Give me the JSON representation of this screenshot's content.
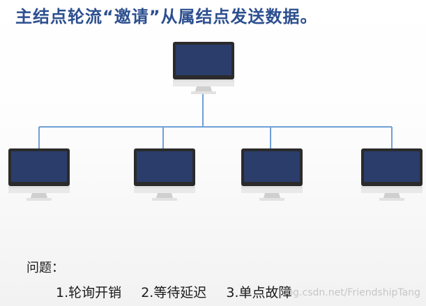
{
  "title": "主结点轮流“邀请”从属结点发送数据。",
  "colors": {
    "title": "#2c4f8f",
    "screen": "#2a3d6b",
    "connector": "#6f9fd8",
    "monitor_frame": "#2b2b2b"
  },
  "diagram": {
    "master": {
      "icon": "monitor-icon"
    },
    "slaves": [
      {
        "icon": "monitor-icon"
      },
      {
        "icon": "monitor-icon"
      },
      {
        "icon": "monitor-icon"
      },
      {
        "icon": "monitor-icon"
      }
    ]
  },
  "problems": {
    "label": "问题：",
    "items": [
      "1.轮询开销",
      "2.等待延迟",
      "3.单点故障"
    ]
  },
  "watermark": "blog.csdn.net/FriendshipTang"
}
